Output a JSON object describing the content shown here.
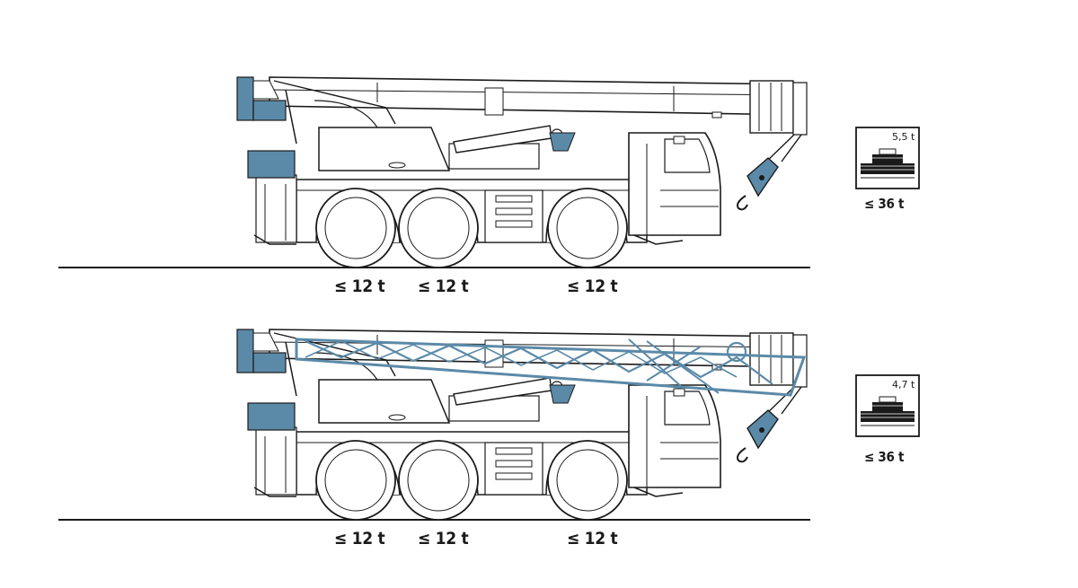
{
  "colors": {
    "line": "#1a1a1a",
    "accent": "#5b8aa8",
    "background": "#ffffff"
  },
  "configs": [
    {
      "name": "without-counterweight-jib",
      "axle_loads": [
        "≤ 12 t",
        "≤ 12 t",
        "≤ 12 t"
      ],
      "ballast_value": "5,5 t",
      "total_ballast": "≤ 36 t",
      "lattice_jib": false
    },
    {
      "name": "with-lattice-jib",
      "axle_loads": [
        "≤ 12 t",
        "≤ 12 t",
        "≤ 12 t"
      ],
      "ballast_value": "4,7 t",
      "total_ballast": "≤ 36 t",
      "lattice_jib": true
    }
  ]
}
